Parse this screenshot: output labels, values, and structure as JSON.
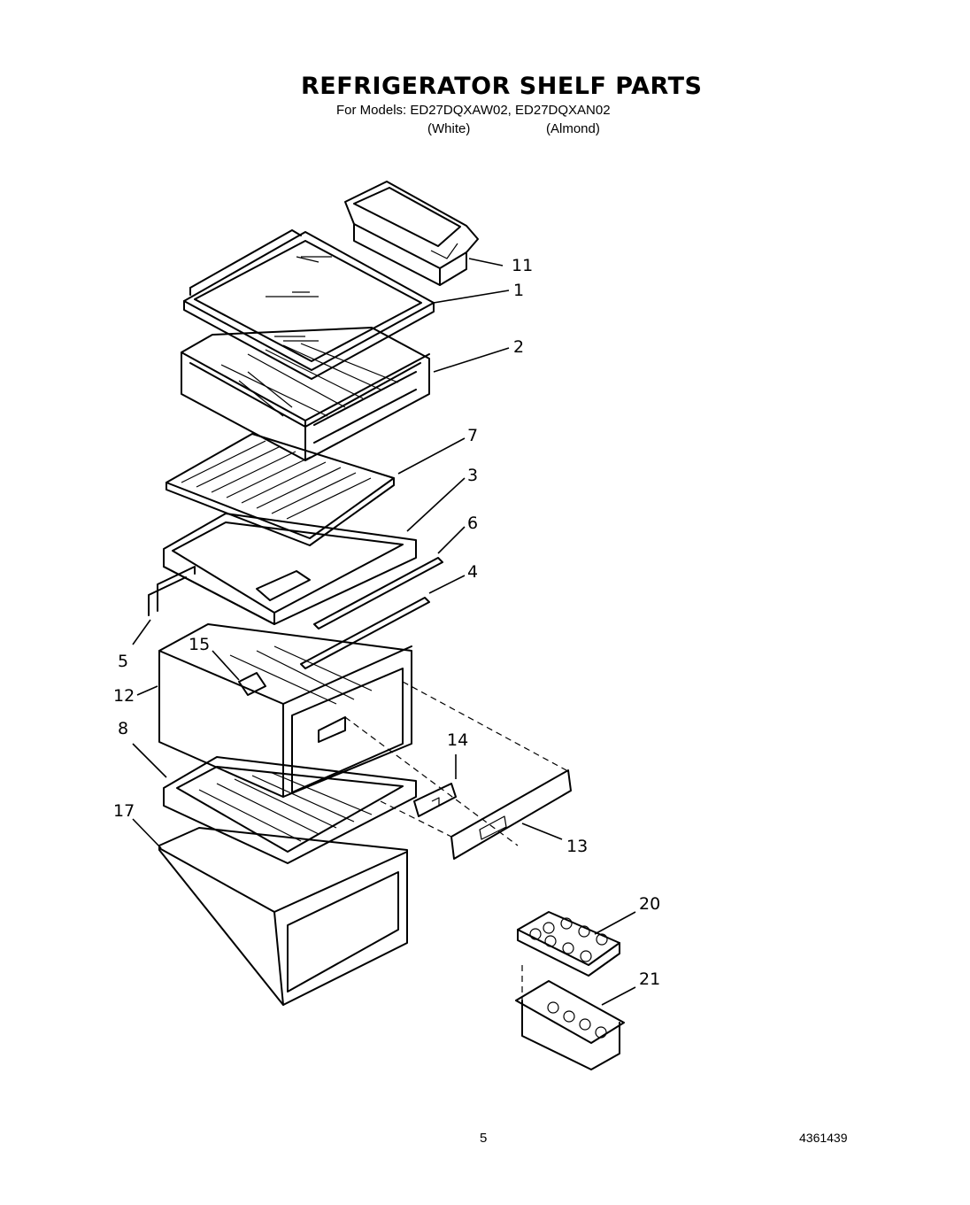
{
  "header": {
    "title": "REFRIGERATOR SHELF PARTS",
    "models_line": "For Models: ED27DQXAW02, ED27DQXAN02",
    "color_white": "(White)",
    "color_almond": "(Almond)"
  },
  "callouts": {
    "c11": "11",
    "c1": "1",
    "c2": "2",
    "c7": "7",
    "c3": "3",
    "c6": "6",
    "c4": "4",
    "c5": "5",
    "c15": "15",
    "c12": "12",
    "c8": "8",
    "c14": "14",
    "c17": "17",
    "c13": "13",
    "c20": "20",
    "c21": "21"
  },
  "footer": {
    "page_number": "5",
    "doc_number": "4361439"
  }
}
